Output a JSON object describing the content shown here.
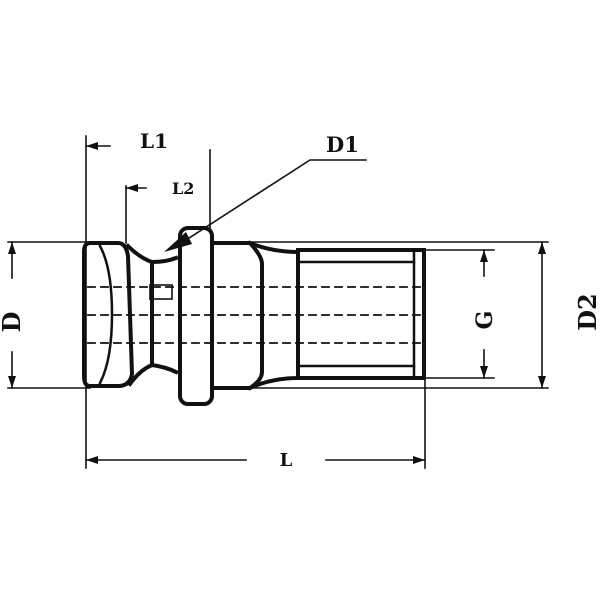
{
  "labels": {
    "l1": "L1",
    "l2": "L2",
    "d1": "D1",
    "d": "D",
    "g": "G",
    "d2": "D2",
    "l": "L"
  },
  "colors": {
    "line": "#111111",
    "background": "#ffffff"
  }
}
